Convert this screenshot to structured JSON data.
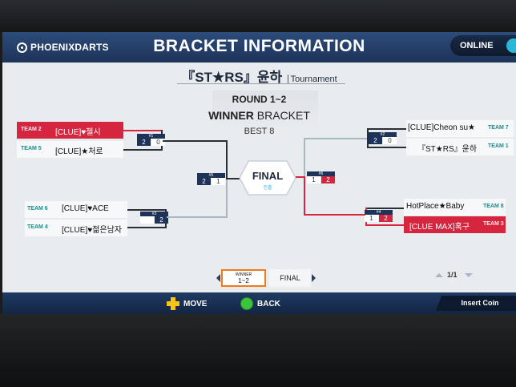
{
  "header": {
    "logo": "PHOENIXDARTS",
    "title": "BRACKET INFORMATION",
    "status": "ONLINE"
  },
  "tournament": {
    "name": "『ST★RS』윤하",
    "label": "Tournament",
    "round": "ROUND 1~2",
    "bracket_bold": "WINNER",
    "bracket_rest": " BRACKET",
    "best": "BEST 8"
  },
  "left": {
    "match1": {
      "p1": {
        "seed": "TEAM 2",
        "name": "[CLUE]♥첼시",
        "winner": true
      },
      "p2": {
        "seed": "TEAM 5",
        "name": "[CLUE]★처로",
        "winner": false
      },
      "score": {
        "match": "#1",
        "a": "2",
        "b": "0"
      }
    },
    "match2": {
      "p1": {
        "seed": "TEAM 6",
        "name": "[CLUE]♥ACE",
        "winner": false
      },
      "p2": {
        "seed": "TEAM 4",
        "name": "[CLUE]♥젊은남자",
        "winner": false
      },
      "score": {
        "match": "#3",
        "a": "",
        "b": "2"
      }
    },
    "semi": {
      "match": "#5",
      "a": "2",
      "b": "1"
    }
  },
  "right": {
    "match1": {
      "p1": {
        "seed": "TEAM 7",
        "name": "[CLUE]Cheon su★",
        "winner": false
      },
      "p2": {
        "seed": "TEAM 1",
        "name": "『ST★RS』윤하",
        "winner": false
      },
      "score": {
        "match": "#2",
        "a": "2",
        "b": "0"
      }
    },
    "match2": {
      "p1": {
        "seed": "TEAM 8",
        "name": "HotPlace★Baby",
        "winner": false
      },
      "p2": {
        "seed": "TEAM 3",
        "name": "[CLUE MAX]혹구",
        "winner": true
      },
      "score": {
        "match": "#4",
        "a": "1",
        "b": "2"
      }
    },
    "semi": {
      "match": "#6",
      "a": "1",
      "b": "2"
    }
  },
  "final": {
    "label": "FINAL",
    "sub": "진출"
  },
  "tabs": {
    "active_small": "WINNER",
    "active_main": "1~2",
    "final": "FINAL"
  },
  "pager": "1/1",
  "footer": {
    "move": "MOVE",
    "back": "BACK",
    "insert": "Insert Coin"
  },
  "colors": {
    "winner_red": "#d6263f",
    "header_blue": "#2d4c7a",
    "accent_orange": "#ef7a1e"
  }
}
